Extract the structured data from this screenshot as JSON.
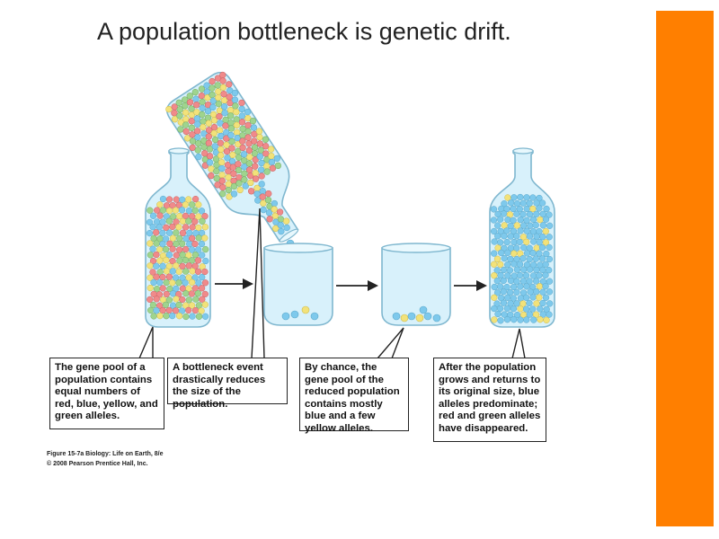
{
  "slide": {
    "title": "A population bottleneck is genetic drift."
  },
  "colors": {
    "accent_bar": "#ff7f00",
    "glass_fill": "#d8f1fb",
    "glass_stroke": "#7fb7cf",
    "allele_red": "#f08a8a",
    "allele_blue": "#7ec9ec",
    "allele_yellow": "#f2e27a",
    "allele_green": "#9fd48e"
  },
  "figure": {
    "captions": [
      {
        "text": "The gene pool of a population contains equal numbers of red, blue, yellow, and green alleles."
      },
      {
        "text": "A bottleneck event drastically reduces the size of the population."
      },
      {
        "text": "By chance, the gene pool of the reduced population contains mostly blue and a few yellow alleles."
      },
      {
        "text": "After the population grows and returns to its original size, blue alleles predominate; red and green alleles have disappeared."
      }
    ],
    "credit_line_1": "Figure 15-7a Biology: Life on Earth, 8/e",
    "credit_line_2": "© 2008 Pearson Prentice Hall, Inc."
  }
}
